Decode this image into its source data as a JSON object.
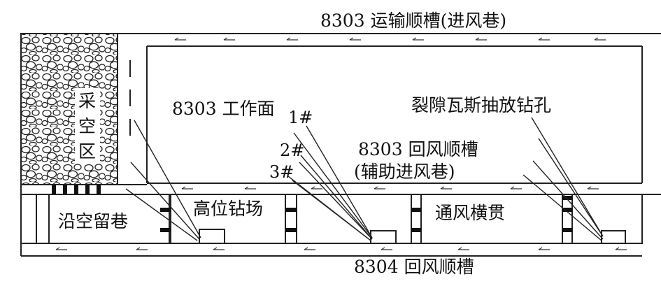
{
  "labels": {
    "transport_roadway": "8303 运输顺槽(进风巷)",
    "working_face": "8303 工作面",
    "fracture_drainage_holes": "裂隙瓦斯抽放钻孔",
    "borehole_1": "1#",
    "borehole_2": "2#",
    "borehole_3": "3#",
    "return_roadway_8303": "8303 回风顺槽",
    "return_roadway_8303_note": "(辅助进风巷)",
    "goaf_char1": "采",
    "goaf_char2": "空",
    "goaf_char3": "区",
    "gob_side_roadway": "沿空留巷",
    "high_drilling_site": "高位钻场",
    "ventilation_crosscut": "通风横贯",
    "return_roadway_8304": "8304 回风顺槽"
  },
  "colors": {
    "line": "#222222",
    "seal": "#111111",
    "goaf_fill": "#ffffff"
  },
  "icons": {
    "airflow": "airflow-arrow-icon"
  }
}
